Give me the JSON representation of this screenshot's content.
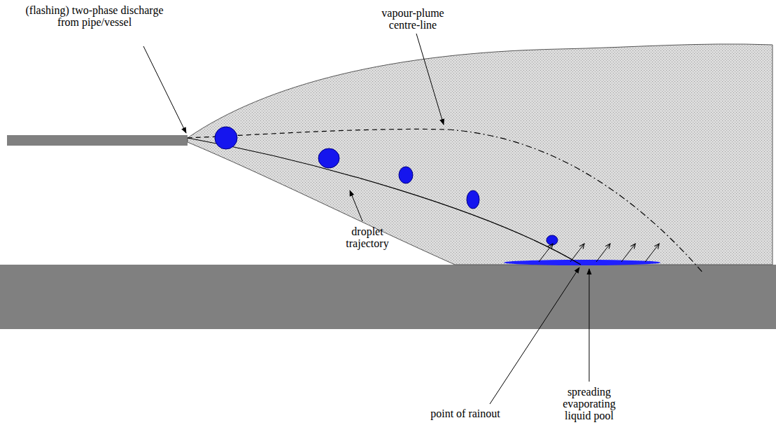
{
  "diagram": {
    "labels": [
      "(flashing) two-phase discharge from pipe/vessel",
      "vapour-plume centre-line",
      "droplet trajectory",
      "point of rainout",
      "spreading evaporating liquid pool"
    ]
  }
}
